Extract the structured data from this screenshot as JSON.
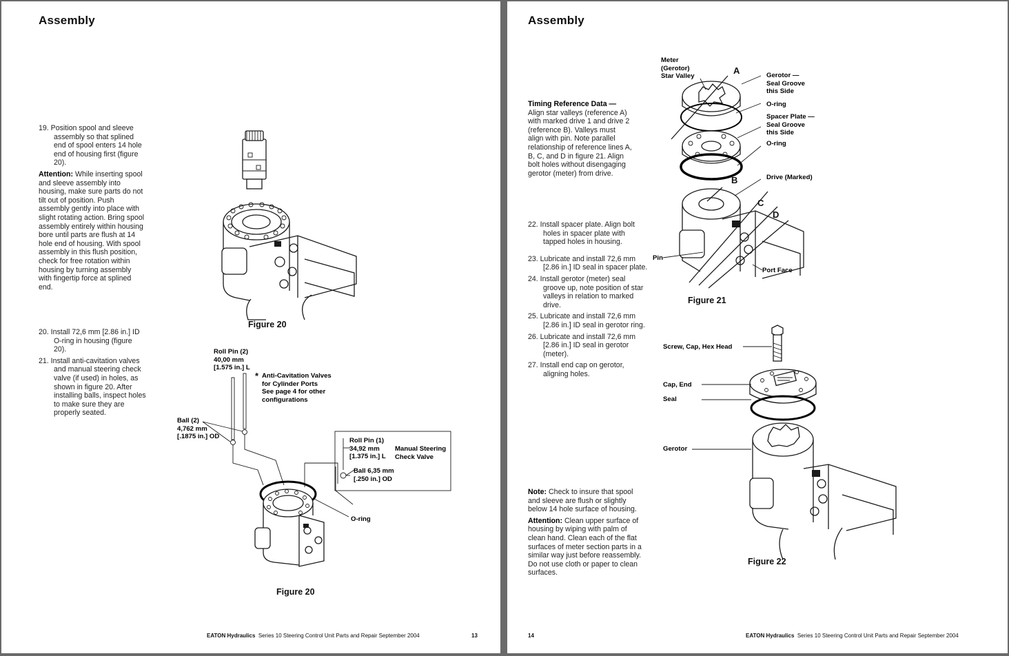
{
  "left": {
    "heading": "Assembly",
    "step19": "19. Position spool and sleeve assembly so that splined end of spool enters 14 hole end of housing first (figure 20).",
    "attention_label": "Attention:",
    "attention_text": "While inserting spool and sleeve assembly into housing, make sure parts do not tilt out of position. Push assembly gently into place with slight rotating action. Bring spool assembly entirely within housing bore until parts are flush at 14 hole end of housing.   With spool assembly in this flush position, check for free rotation within housing by turning assembly with fingertip force at splined end.",
    "step20": "20. Install 72,6 mm [2.86 in.] ID O-ring in housing (figure 20).",
    "step21": "21. Install anti-cavitation valves and manual steering check valve (if used) in holes, as shown in figure 20. After installing balls, inspect holes to make sure they are properly seated.",
    "figure_top_caption": "Figure 20",
    "figure_bottom_caption": "Figure 20",
    "labels": {
      "roll_pin_2": "Roll Pin (2)\n40,00 mm\n[1.575 in.] L",
      "asterisk": "*",
      "anti_cav": "Anti-Cavitation Valves\nfor Cylinder Ports\nSee page 4 for other\nconfigurations",
      "ball_2": "Ball (2)\n4,762 mm\n[.1875 in.] OD",
      "roll_pin_1": "Roll Pin (1)\n34,92 mm\n[1.375 in.] L",
      "manual": "Manual Steering\nCheck Valve",
      "ball_635": "Ball 6,35 mm\n[.250 in.] OD",
      "oring": "O-ring"
    },
    "footer": {
      "brand": "EATON Hydraulics",
      "text": "Series 10 Steering Control Unit Parts and Repair  September 2004",
      "page": "13"
    }
  },
  "right": {
    "heading": "Assembly",
    "timing_title": "Timing Reference Data —",
    "timing_text": "Align star valleys (reference A) with marked drive 1 and drive 2 (reference B).  Valleys must align with pin.  Note parallel relationship of reference lines A, B, C, and D in figure 21.  Align bolt holes without disengaging gerotor (meter) from drive.",
    "step22": "22. Install spacer plate. Align bolt holes in spacer plate with tapped holes in housing.",
    "step23": "23. Lubricate and install 72,6 mm [2.86 in.] ID seal in spacer plate.",
    "step24": "24. Install gerotor (meter) seal groove up, note position of star valleys in relation to marked drive.",
    "step25": "25. Lubricate and install 72,6 mm [2.86 in.] ID seal in gerotor ring.",
    "step26": "26. Lubricate and install 72,6 mm [2.86 in.] ID seal in gerotor (meter).",
    "step27": "27. Install end cap on gerotor, aligning holes.",
    "note_label": "Note:",
    "note_text": "Check to insure that spool and sleeve are flush or slightly below 14 hole surface of housing.",
    "attention_label": "Attention:",
    "attention_text": "Clean upper surface of housing by wiping with palm of clean hand. Clean each of the flat surfaces of meter section parts in a similar way just before reassembly.  Do not use cloth or paper to clean surfaces.",
    "fig21_caption": "Figure 21",
    "fig22_caption": "Figure 22",
    "labels": {
      "meter": "Meter\n(Gerotor)\nStar Valley",
      "A": "A",
      "B": "B",
      "C": "C",
      "D": "D",
      "gerotor_groove": "Gerotor —\nSeal Groove\nthis Side",
      "oring1": "O-ring",
      "spacer": "Spacer Plate —\nSeal Groove\nthis Side",
      "oring2": "O-ring",
      "drive": "Drive (Marked)",
      "pin": "Pin",
      "port_face": "Port Face",
      "screw": "Screw, Cap, Hex Head",
      "cap_end": "Cap, End",
      "seal": "Seal",
      "gerotor": "Gerotor"
    },
    "footer": {
      "page": "14",
      "brand": "EATON Hydraulics",
      "text": "Series 10 Steering Control Unit Parts and Repair  September 2004"
    }
  }
}
